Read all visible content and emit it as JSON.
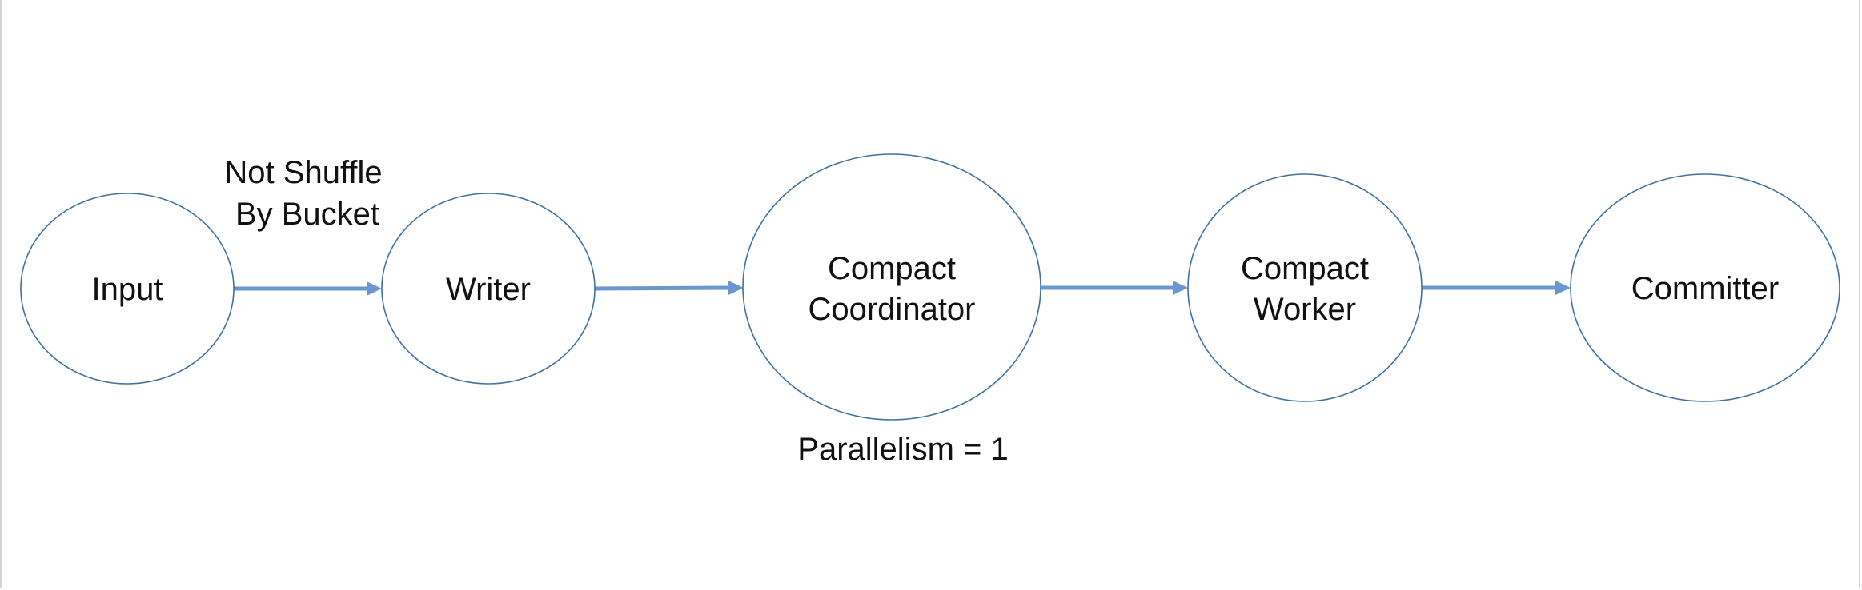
{
  "diagram": {
    "nodes": [
      {
        "id": "input",
        "lines": [
          "Input"
        ]
      },
      {
        "id": "writer",
        "lines": [
          "Writer"
        ]
      },
      {
        "id": "coordinator",
        "lines": [
          "Compact",
          "Coordinator"
        ]
      },
      {
        "id": "worker",
        "lines": [
          "Compact",
          "Worker"
        ]
      },
      {
        "id": "committer",
        "lines": [
          "Committer"
        ]
      }
    ],
    "edges": [
      {
        "from": "input",
        "to": "writer"
      },
      {
        "from": "writer",
        "to": "coordinator"
      },
      {
        "from": "coordinator",
        "to": "worker"
      },
      {
        "from": "worker",
        "to": "committer"
      }
    ],
    "annotations": {
      "shuffle_line1": "Not Shuffle",
      "shuffle_line2": "By Bucket",
      "parallelism": "Parallelism = 1"
    },
    "colors": {
      "node_stroke": "#41719c",
      "edge": "#6a97d0",
      "text": "#111111"
    }
  }
}
